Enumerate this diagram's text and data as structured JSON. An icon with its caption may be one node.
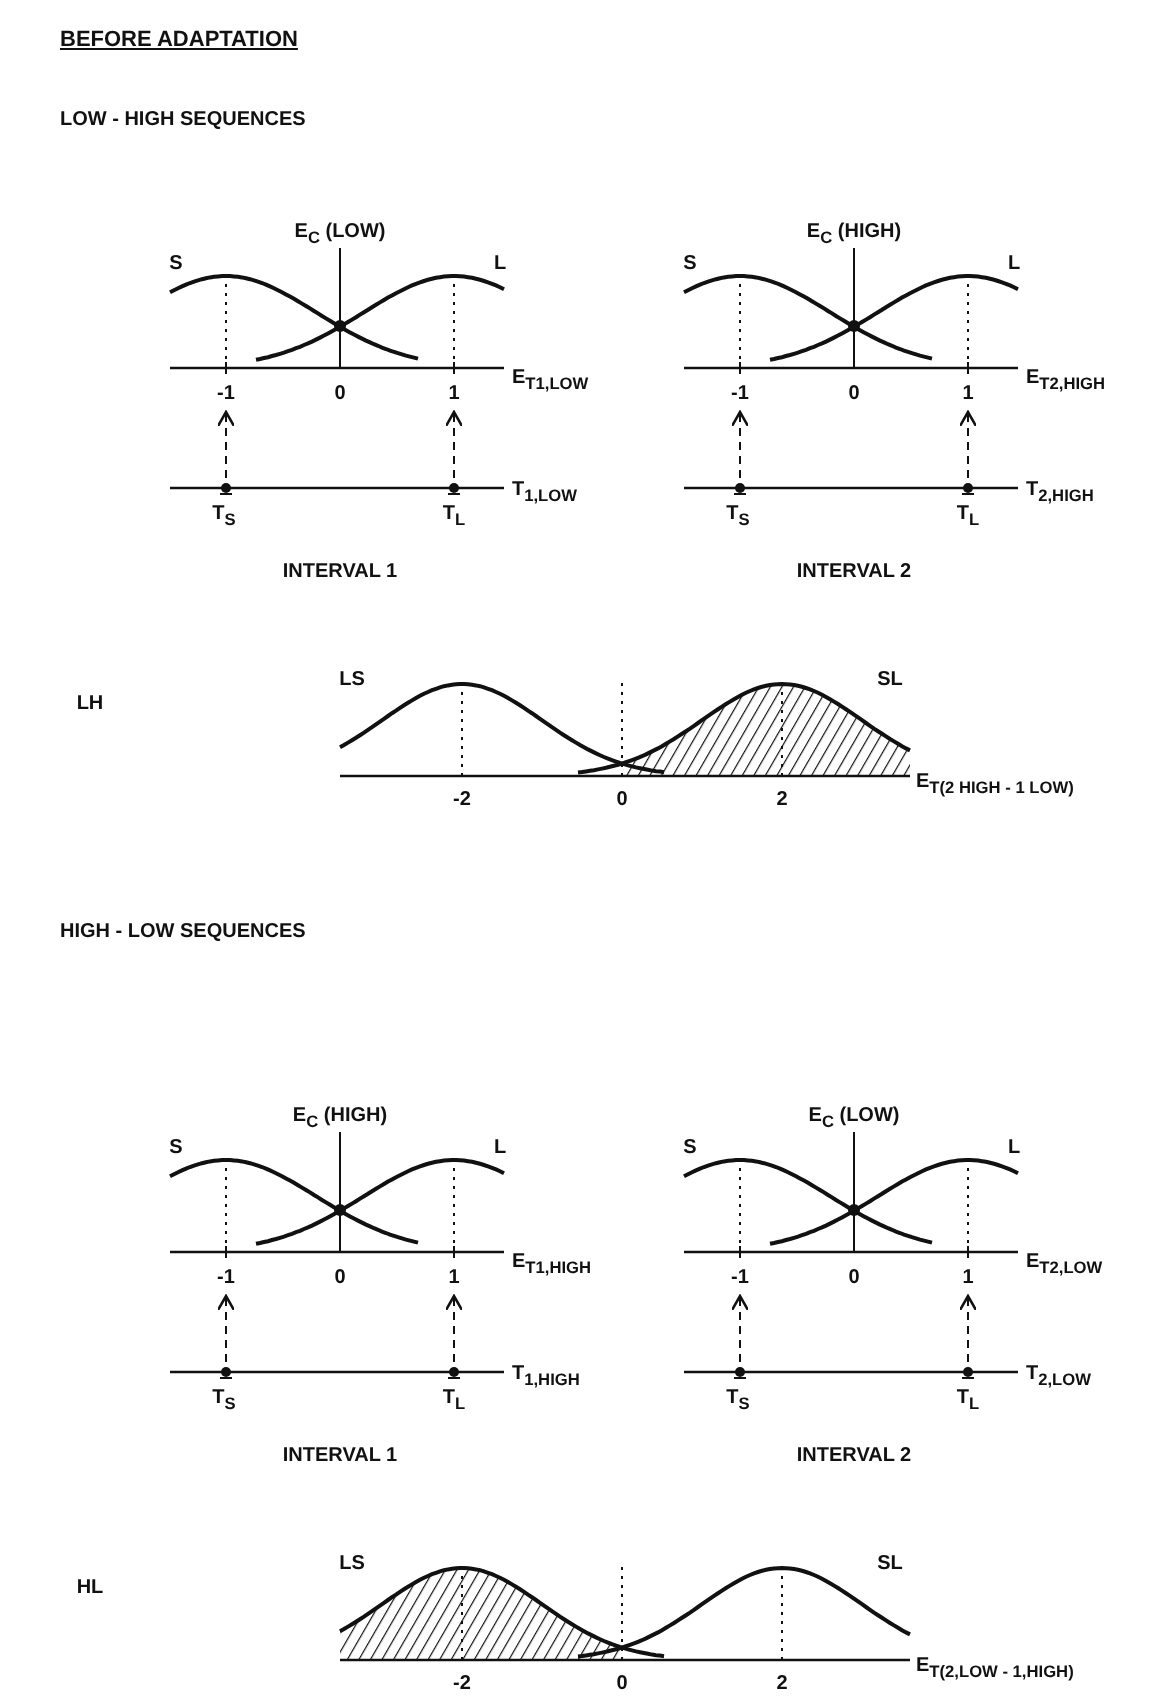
{
  "diagram": {
    "title": "BEFORE ADAPTATION",
    "labels": [
      "LOW - HIGH SEQUENCES",
      "E$_{C}$ (LOW)",
      "S",
      "L",
      "-1",
      "0",
      "1",
      "E$_{T1,LOW}$",
      "T$_{S}$",
      "T$_{L}$",
      "T$_{1,LOW}$",
      "INTERVAL 1",
      "E$_{C}$ (HIGH)",
      "S",
      "L",
      "-1",
      "0",
      "1",
      "E$_{T2,HIGH}$",
      "T$_{S}$",
      "T$_{L}$",
      "T$_{2,HIGH}$",
      "INTERVAL 2",
      "LH",
      "LS",
      "SL",
      "-2",
      "0",
      "2",
      "E$_{T(2 HIGH - 1 LOW)}$",
      "HIGH - LOW SEQUENCES",
      "E$_{C}$ (HIGH)",
      "S",
      "L",
      "-1",
      "0",
      "1",
      "E$_{T1,HIGH}$",
      "T$_{S}$",
      "T$_{L}$",
      "T$_{1,HIGH}$",
      "INTERVAL 1",
      "E$_{C}$ (LOW)",
      "S",
      "L",
      "-1",
      "0",
      "1",
      "E$_{T2,LOW}$",
      "T$_{S}$",
      "T$_{L}$",
      "T$_{2,LOW}$",
      "INTERVAL 2",
      "HL",
      "LS",
      "SL",
      "-2",
      "0",
      "2",
      "E$_{T(2,LOW - 1,HIGH)}$"
    ]
  }
}
